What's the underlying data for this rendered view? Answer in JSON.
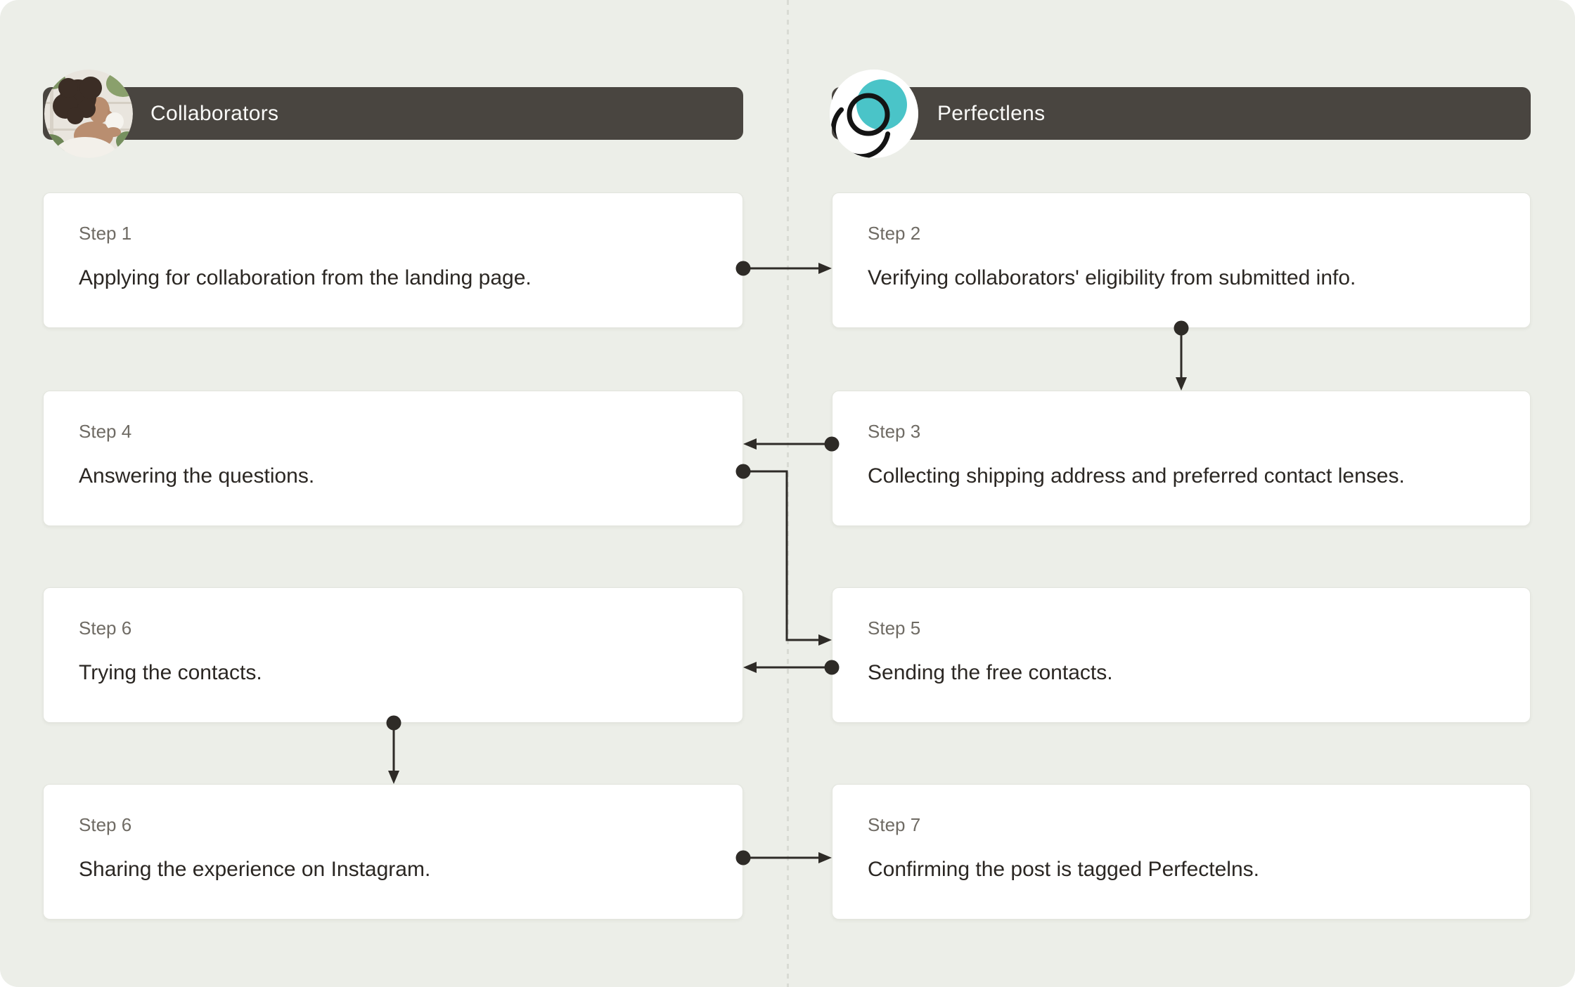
{
  "page": {
    "background_color": "#eceee8",
    "header_bar_color": "#494540",
    "accent_teal": "#4ac4c8",
    "arrow_color": "#2e2b27"
  },
  "lanes": {
    "left": {
      "title": "Collaborators",
      "badge": "photo of woman holding a cup"
    },
    "right": {
      "title": "Perfectlens",
      "badge": "perfectlens teal lens logo"
    }
  },
  "cards": [
    {
      "id": "step-1",
      "column": "left",
      "row": 1,
      "step_label": "Step 1",
      "description": "Applying for collaboration from the landing page."
    },
    {
      "id": "step-2",
      "column": "right",
      "row": 1,
      "step_label": "Step 2",
      "description": "Verifying collaborators' eligibility from submitted info."
    },
    {
      "id": "step-4",
      "column": "left",
      "row": 2,
      "step_label": "Step 4",
      "description": "Answering the questions."
    },
    {
      "id": "step-3",
      "column": "right",
      "row": 2,
      "step_label": "Step 3",
      "description": "Collecting shipping address and preferred contact lenses."
    },
    {
      "id": "step-6",
      "column": "left",
      "row": 3,
      "step_label": "Step 6",
      "description": "Trying the contacts."
    },
    {
      "id": "step-5",
      "column": "right",
      "row": 3,
      "step_label": "Step 5",
      "description": "Sending the free contacts."
    },
    {
      "id": "step-6b",
      "column": "left",
      "row": 4,
      "step_label": "Step 6",
      "description": "Sharing the experience on Instagram."
    },
    {
      "id": "step-7",
      "column": "right",
      "row": 4,
      "step_label": "Step 7",
      "description": "Confirming the post is tagged Perfectelns."
    }
  ],
  "connections": [
    {
      "from": "step-1",
      "to": "step-2",
      "shape": "horizontal-right"
    },
    {
      "from": "step-2",
      "to": "step-3",
      "shape": "vertical-down"
    },
    {
      "from": "step-3",
      "to": "step-4",
      "shape": "horizontal-left"
    },
    {
      "from": "step-4",
      "to": "step-5",
      "shape": "elbow-right-down-right"
    },
    {
      "from": "step-5",
      "to": "step-6",
      "shape": "horizontal-left"
    },
    {
      "from": "step-6",
      "to": "step-6b",
      "shape": "vertical-down"
    },
    {
      "from": "step-6b",
      "to": "step-7",
      "shape": "horizontal-right"
    }
  ]
}
